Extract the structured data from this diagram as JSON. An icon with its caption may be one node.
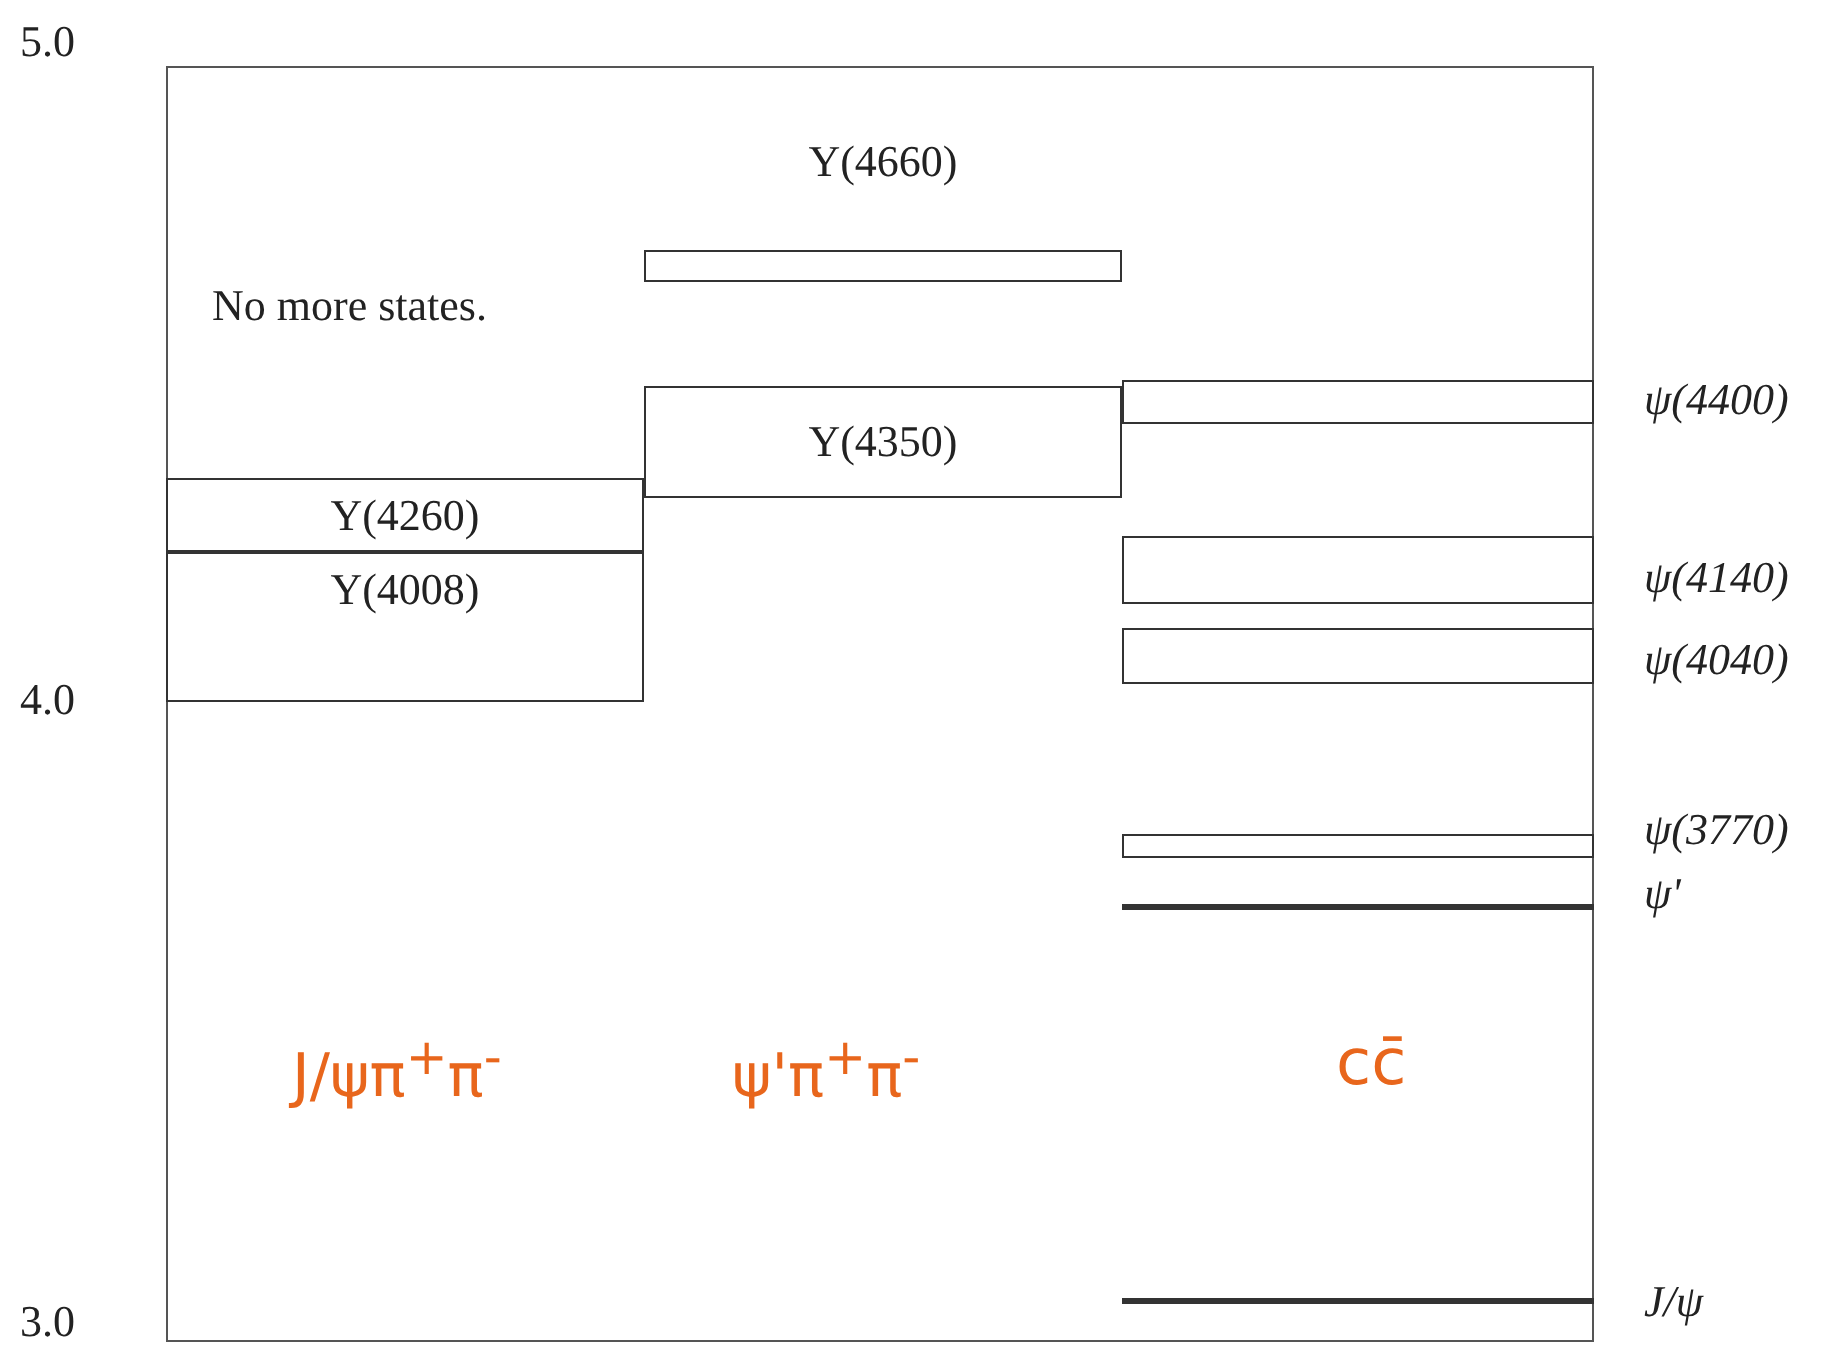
{
  "diagram": {
    "nodes": [
      {
        "text": [
          "Y(4660)"
        ]
      },
      {
        "text": [
          "Y(4350)"
        ]
      },
      {
        "text": [],
        "shape": "box",
        "beside": [
          "ψ(4400)"
        ]
      },
      {
        "text": [
          "Y(4260)"
        ]
      },
      {
        "text": [
          "Y(4008)"
        ]
      },
      {
        "text": [],
        "shape": "box",
        "beside": [
          "ψ(4140)"
        ]
      },
      {
        "text": [],
        "shape": "box",
        "beside": [
          "ψ(4040)"
        ]
      },
      {
        "text": [],
        "shape": "box",
        "beside": [
          "ψ(3770)"
        ]
      },
      {
        "text": [],
        "shape": "bar",
        "beside": [
          "ψ'"
        ]
      },
      {
        "text": [],
        "shape": "bar",
        "beside": [
          "J/ψ"
        ]
      }
    ],
    "labels": [
      "5.0",
      "No more states.",
      "4.0",
      "J/ψπ$^{+}$π$^{-}$",
      "ψ'π$^{+}$π$^{-}$",
      "cc̄",
      "3.0"
    ]
  }
}
